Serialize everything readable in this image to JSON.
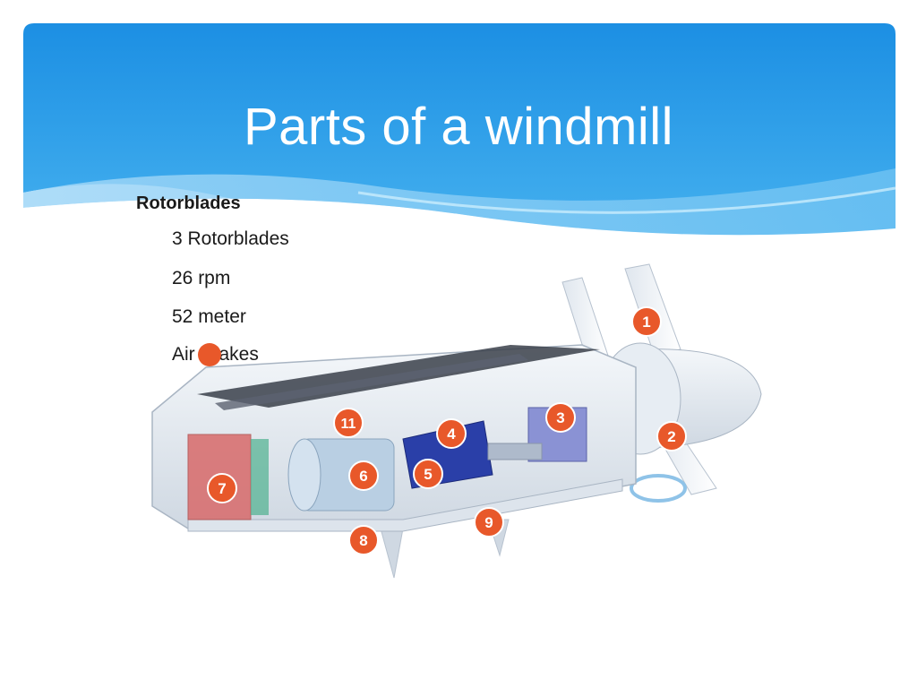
{
  "slide": {
    "title": "Parts of a windmill",
    "heading": "Rotorblades",
    "items": [
      "3 Rotorblades",
      "26 rpm",
      "52 meter",
      "Air Brakes"
    ]
  },
  "diagram": {
    "markers": [
      "1",
      "2",
      "3",
      "4",
      "5",
      "6",
      "7",
      "8",
      "9",
      "11"
    ]
  },
  "colors": {
    "header_top": "#1c8fe3",
    "header_bottom": "#9fd6f7",
    "marker": "#e8582a",
    "machinery_blue": "#2a3fa8",
    "transformer_red": "#d86a6a"
  }
}
